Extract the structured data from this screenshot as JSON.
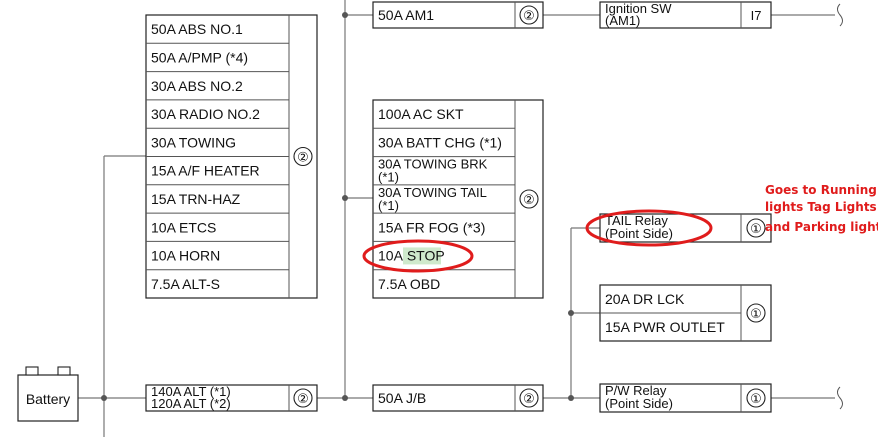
{
  "battery_label": "Battery",
  "group1": {
    "fuses": [
      "50A ABS NO.1",
      "50A A/PMP (*4)",
      "30A ABS NO.2",
      "30A RADIO NO.2",
      "30A TOWING",
      "15A A/F HEATER",
      "15A TRN-HAZ",
      "10A ETCS",
      "10A HORN",
      "7.5A ALT-S"
    ],
    "connector": "②"
  },
  "main_alt": {
    "lines": [
      "140A ALT (*1)",
      "120A ALT (*2)"
    ],
    "connector": "②"
  },
  "am1": {
    "label": "50A AM1",
    "connector": "②"
  },
  "ign": {
    "lines": [
      "Ignition SW",
      "(AM1)"
    ],
    "code": "I7"
  },
  "group2": {
    "fuses": [
      [
        "100A AC SKT"
      ],
      [
        "30A BATT CHG (*1)"
      ],
      [
        "30A TOWING BRK",
        "(*1)"
      ],
      [
        "30A TOWING TAIL",
        "(*1)"
      ],
      [
        "15A FR FOG (*3)"
      ],
      [
        "10A STOP"
      ],
      [
        "7.5A OBD"
      ]
    ],
    "stop_prefix": "10A ",
    "stop_word": "STOP",
    "connector": "②"
  },
  "jb": {
    "label": "50A J/B",
    "connector": "②"
  },
  "tail": {
    "lines": [
      "TAIL Relay",
      "(Point Side)"
    ],
    "connector": "①"
  },
  "group3": {
    "fuses": [
      "20A DR LCK",
      "15A PWR OUTLET"
    ],
    "connector": "①"
  },
  "pw": {
    "lines": [
      "P/W Relay",
      "(Point Side)"
    ],
    "connector": "①"
  },
  "annotation": [
    "Goes to Running",
    "lights Tag Lights",
    "and Parking lights"
  ],
  "colors": {
    "annotation": "#e01c1c",
    "highlight": "#cfe9cc",
    "wire": "#777777"
  }
}
